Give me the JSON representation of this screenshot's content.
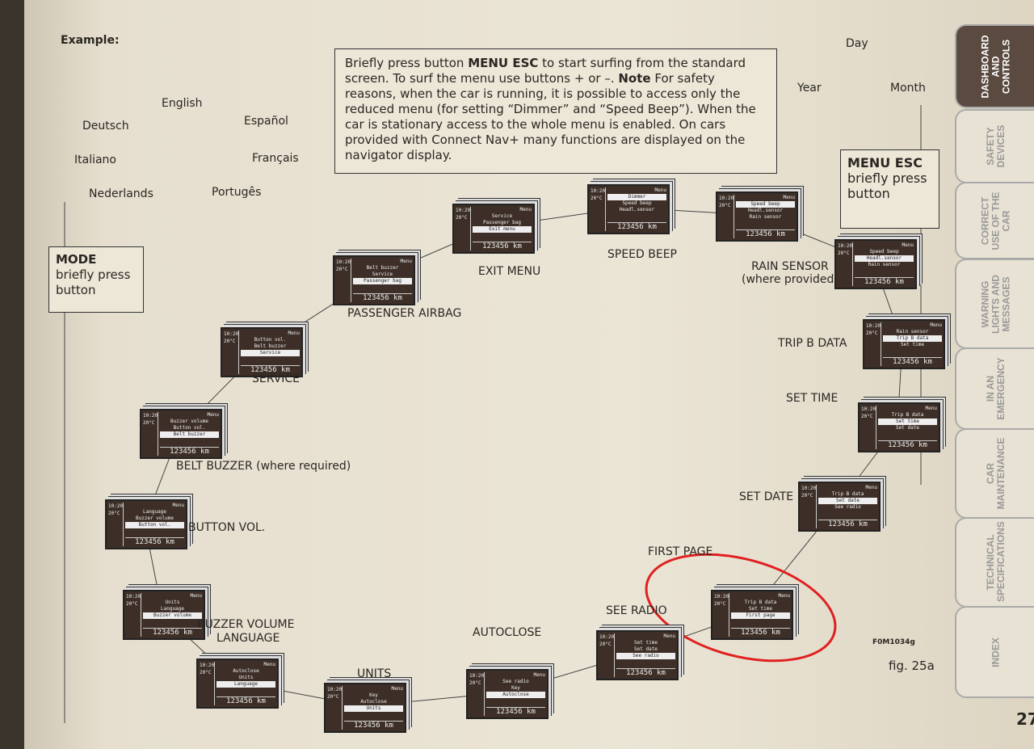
{
  "example": "Example:",
  "languages": [
    "English",
    "Español",
    "Français",
    "Portugês",
    "Nederlands",
    "Italiano",
    "Deutsch"
  ],
  "period": [
    "Day",
    "Month",
    "Year"
  ],
  "info_box": [
    "Briefly press button ",
    "MENU ESC",
    " to start surfing from the standard screen. To surf the menu use buttons + or –. ",
    "Note",
    " For safety reasons, when the car is running, it is possible to access only the reduced menu (for setting “Dimmer” and “Speed Beep”). When the car is stationary access to the whole menu is enabled. On cars provided with Connect Nav+ many functions are displayed on the navigator display."
  ],
  "mode_box": {
    "title": "MODE",
    "text": "briefly press button"
  },
  "menu_box": {
    "title": "MENU ESC",
    "text": "briefly press button"
  },
  "display": {
    "time": "10:20",
    "temp": "20°C",
    "menu": "Menu",
    "km": "123456 km"
  },
  "screens": [
    {
      "label": "EXIT MENU",
      "lines": [
        "Service",
        "Passenger bag",
        "Exit menu"
      ],
      "hl": 2
    },
    {
      "label": "SPEED BEEP",
      "lines": [
        "Dimmer",
        "Speed beep",
        "Headl.sensor"
      ],
      "hl": 0
    },
    {
      "label": "RAIN SENSOR",
      "sub": "(where provided)",
      "lines": [
        "Speed beep",
        "Headl.sensor",
        "Rain sensor"
      ],
      "hl": 0
    },
    {
      "label": "",
      "lines": [
        "Speed beep",
        "Headl.sensor",
        "Rain sensor"
      ],
      "hl": 1
    },
    {
      "label": "TRIP B DATA",
      "lines": [
        "Rain sensor",
        "Trip B data",
        "Set time"
      ],
      "hl": 1
    },
    {
      "label": "SET TIME",
      "lines": [
        "Trip B data",
        "Set time",
        "Set date"
      ],
      "hl": 1
    },
    {
      "label": "SET DATE",
      "lines": [
        "Trip B data",
        "Set date",
        "See radio"
      ],
      "hl": 1
    },
    {
      "label": "FIRST PAGE",
      "lines": [
        "Trip B data",
        "Set time",
        "First page"
      ],
      "hl": 2
    },
    {
      "label": "SEE RADIO",
      "lines": [
        "Set time",
        "Set date",
        "See radio"
      ],
      "hl": 2
    },
    {
      "label": "AUTOCLOSE",
      "lines": [
        "See radio",
        "Key",
        "Autoclose"
      ],
      "hl": 2
    },
    {
      "label": "UNITS",
      "lines": [
        "Key",
        "Autoclose",
        "Units"
      ],
      "hl": 2
    },
    {
      "label": "LANGUAGE",
      "lines": [
        "Autoclose",
        "Units",
        "Language"
      ],
      "hl": 2
    },
    {
      "label": "BUZZER VOLUME",
      "lines": [
        "Units",
        "Language",
        "Buzzer volume"
      ],
      "hl": 2
    },
    {
      "label": "BUTTON VOL.",
      "lines": [
        "Language",
        "Buzzer volume",
        "Button vol."
      ],
      "hl": 2
    },
    {
      "label": "BELT BUZZER (where required)",
      "lines": [
        "Buzzer volume",
        "Button vol.",
        "Belt buzzer"
      ],
      "hl": 2
    },
    {
      "label": "SERVICE",
      "lines": [
        "Button vol.",
        "Belt buzzer",
        "Service"
      ],
      "hl": 2
    },
    {
      "label": "PASSENGER AIRBAG",
      "lines": [
        "Belt buzzer",
        "Service",
        "Passenger bag"
      ],
      "hl": 2
    }
  ],
  "code": "F0M1034g",
  "fig": "fig. 25a",
  "page_number": "27",
  "tabs": [
    "DASHBOARD AND CONTROLS",
    "SAFETY DEVICES",
    "CORRECT USE OF THE CAR",
    "WARNING LIGHTS AND MESSAGES",
    "IN AN EMERGENCY",
    "CAR MAINTENANCE",
    "TECHNICAL SPECIFICATIONS",
    "INDEX"
  ],
  "highlight_color": "#e02020"
}
